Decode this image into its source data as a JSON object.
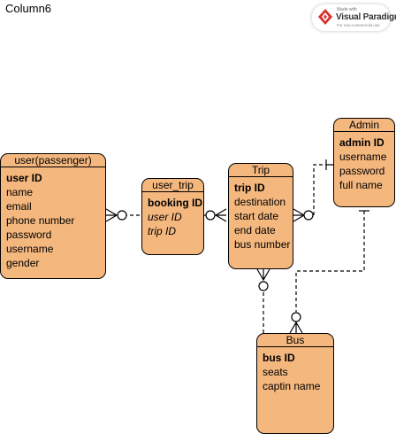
{
  "canvas": {
    "title": "Column6"
  },
  "badge": {
    "small": "Made with",
    "brand": "Visual Paradigm",
    "sub": "For non-commercial use"
  },
  "entities": {
    "user": {
      "title": "user(passenger)",
      "attributes": [
        {
          "label": "user ID",
          "key": "pk"
        },
        {
          "label": "name"
        },
        {
          "label": "email"
        },
        {
          "label": "phone number"
        },
        {
          "label": "password"
        },
        {
          "label": "username"
        },
        {
          "label": "gender"
        }
      ]
    },
    "user_trip": {
      "title": "user_trip",
      "attributes": [
        {
          "label": "booking ID",
          "key": "pk"
        },
        {
          "label": "user ID",
          "key": "fk"
        },
        {
          "label": "trip ID",
          "key": "fk"
        }
      ]
    },
    "trip": {
      "title": "Trip",
      "attributes": [
        {
          "label": "trip ID",
          "key": "pk"
        },
        {
          "label": "destination"
        },
        {
          "label": "start date"
        },
        {
          "label": "end date"
        },
        {
          "label": "bus number"
        }
      ]
    },
    "admin": {
      "title": "Admin",
      "attributes": [
        {
          "label": "admin ID",
          "key": "pk"
        },
        {
          "label": "username"
        },
        {
          "label": "password"
        },
        {
          "label": "full name"
        }
      ]
    },
    "bus": {
      "title": "Bus",
      "attributes": [
        {
          "label": "bus ID",
          "key": "pk"
        },
        {
          "label": "seats"
        },
        {
          "label": "captin name"
        }
      ]
    }
  },
  "colors": {
    "entity_fill": "#f4b77e",
    "stroke": "#000000",
    "badge_accent": "#d9322b"
  }
}
